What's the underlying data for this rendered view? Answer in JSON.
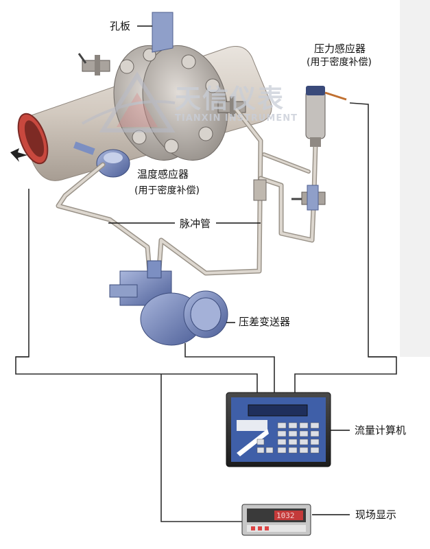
{
  "labels": {
    "orifice_plate": "孔板",
    "pressure_sensor_line1": "压力感应器",
    "pressure_sensor_line2": "(用于密度补偿)",
    "temperature_sensor_line1": "温度感应器",
    "temperature_sensor_line2": "(用于密度补偿)",
    "impulse_tube": "脉冲管",
    "dp_transmitter": "压差变送器",
    "flow_computer": "流量计算机",
    "field_display": "现场显示"
  },
  "watermark": {
    "cn": "天信仪表",
    "en": "TIANXIN INSTRUMENT"
  },
  "field_display_readout": "1032",
  "colors": {
    "pipe": "#cfc6bd",
    "flange": "#b9b3ad",
    "equipment_blue": "#6b7fb8",
    "wire": "#333333",
    "tube": "#c9c3ba",
    "panel": "#2a2a2a",
    "screen": "#d03030"
  }
}
